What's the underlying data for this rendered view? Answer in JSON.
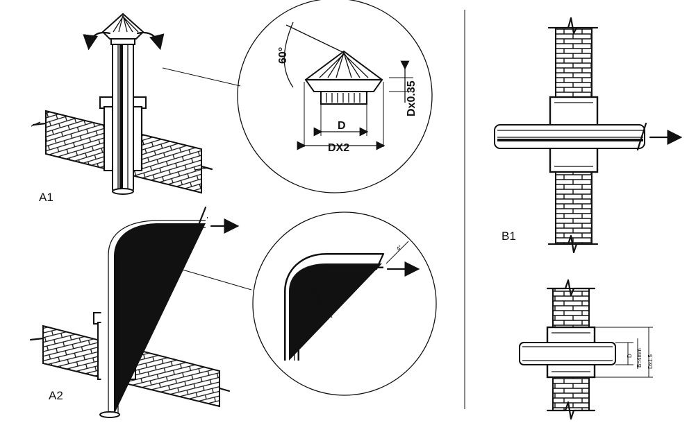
{
  "labels": {
    "a1": "A1",
    "a2": "A2",
    "b1": "B1"
  },
  "cap_detail": {
    "angle": "60°",
    "height": "Dx0.35",
    "inner_width": "D",
    "outer_width": "DX2"
  },
  "bend_detail": {
    "radius": "R=Dx2.5",
    "angle": "4°"
  },
  "wall_detail": {
    "gap": "B=4mm",
    "pipe": "D",
    "sleeve": "Dx1.5"
  },
  "colors": {
    "ink": "#111111",
    "paper": "#ffffff"
  },
  "icons": [
    "arrow-right-icon",
    "curved-arrow-icon",
    "break-line-icon"
  ]
}
